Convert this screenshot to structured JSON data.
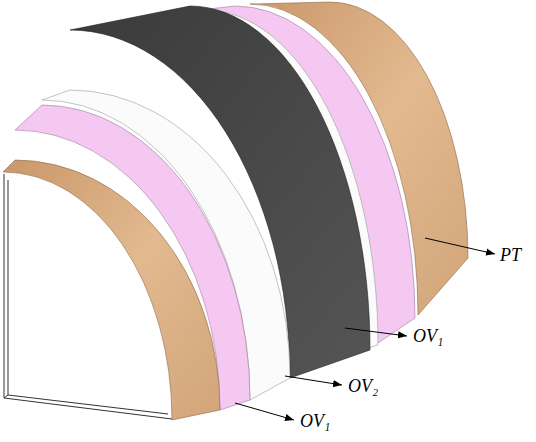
{
  "diagram": {
    "labels": [
      "PT",
      "OV₁",
      "OV₂",
      "OV₁"
    ]
  }
}
